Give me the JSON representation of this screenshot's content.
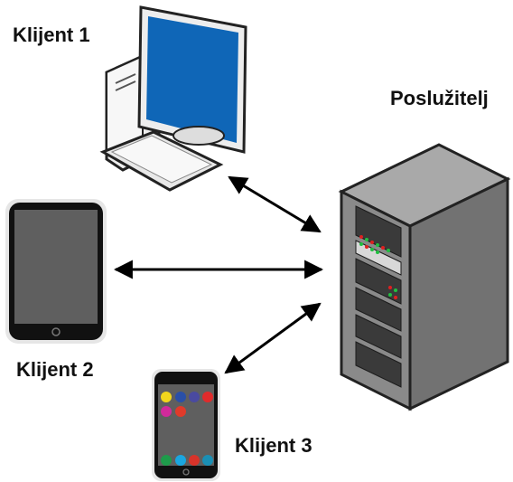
{
  "nodes": {
    "client1": {
      "label": "Klijent 1"
    },
    "client2": {
      "label": "Klijent 2"
    },
    "client3": {
      "label": "Klijent 3"
    },
    "server": {
      "label": "Poslužitelj"
    }
  },
  "colors": {
    "monitor_screen": "#0f66b7",
    "device_screen": "#5f5f5f",
    "server_body": "#8a8a8a",
    "arrow": "#000000"
  },
  "phone_app_dots": [
    "#f2d61c",
    "#2a4fa8",
    "#4a4aa0",
    "#e02b2b",
    "#d12a9b",
    "#e03a2a",
    "#1e9b4a",
    "#1aa6e0",
    "#d8332a",
    "#1a8fb5"
  ]
}
